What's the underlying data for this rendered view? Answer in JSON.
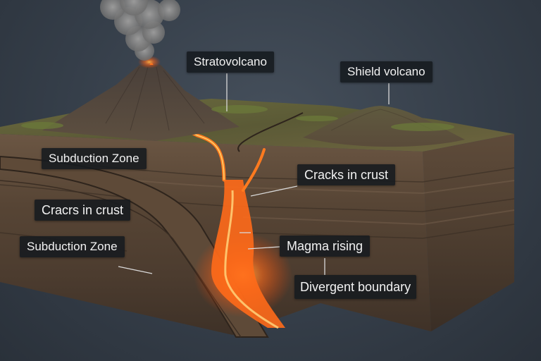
{
  "labels": {
    "stratovolcano": "Stratovolcano",
    "shield_volcano": "Shield volcano",
    "subduction_zone_top": "Subduction Zone",
    "cracks_in_crust_right": "Cracks in crust",
    "cracks_in_crust_left": "Cracrs in crust",
    "subduction_zone_bottom": "Subduction Zone",
    "magma_rising": "Magma rising",
    "divergent_boundary": "Divergent boundary"
  },
  "colors": {
    "background": "#353e49",
    "crust": "#5a4736",
    "grass": "#5e6b35",
    "magma": "#ff6a1a",
    "label_background": "#16191f",
    "label_text": "#f2f2f2"
  }
}
